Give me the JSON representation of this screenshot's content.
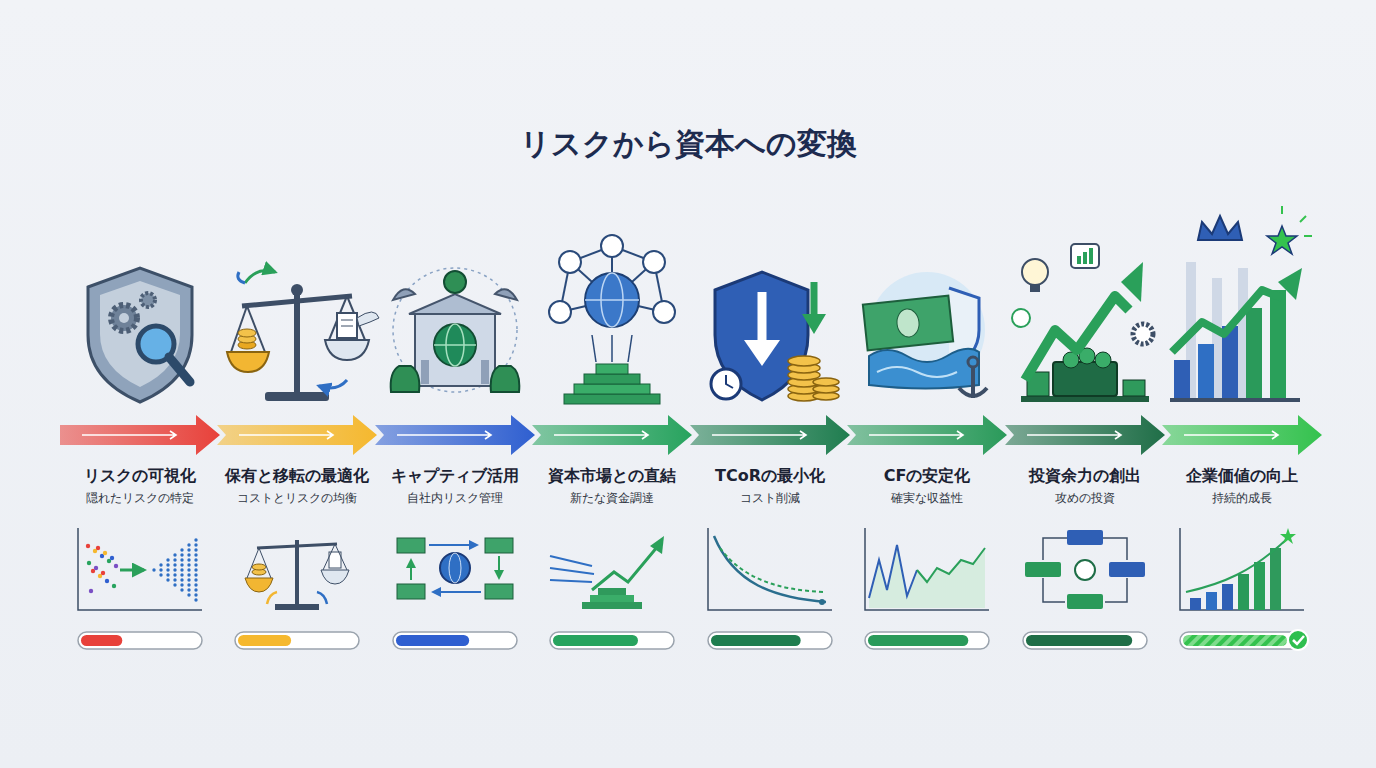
{
  "diagram": {
    "title": "リスクから資本への変換",
    "nodes": [
      {
        "text": [
          "リスクの可視化",
          "隠れたリスクの特定"
        ]
      },
      {
        "text": [
          "保有と移転の最適化",
          "コストとリスクの均衡"
        ]
      },
      {
        "text": [
          "キャプティブ活用",
          "自社内リスク管理"
        ]
      },
      {
        "text": [
          "資本市場との直結",
          "新たな資金調達"
        ]
      },
      {
        "text": [
          "TCoRの最小化",
          "コスト削減"
        ]
      },
      {
        "text": [
          "CFの安定化",
          "確実な収益性"
        ]
      },
      {
        "text": [
          "投資余力の創出",
          "攻めの投資"
        ]
      },
      {
        "text": [
          "企業価値の向上",
          "持続的成長"
        ]
      }
    ]
  }
}
